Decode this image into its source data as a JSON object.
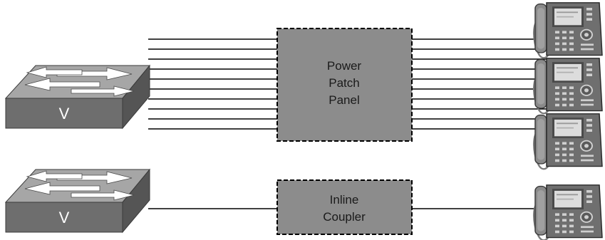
{
  "power_patch_panel": {
    "line1": "Power",
    "line2": "Patch",
    "line3": "Panel"
  },
  "inline_coupler": {
    "line1": "Inline",
    "line2": "Coupler"
  },
  "switch_top": {
    "label": "V"
  },
  "switch_bottom": {
    "label": "V"
  },
  "colors": {
    "box_fill": "#8c8c8c",
    "switch_top_face": "#a6a6a6",
    "switch_side": "#6e6e6e",
    "line": "#000000"
  },
  "icons": {
    "switch": "switch-icon",
    "phone": "ip-phone-icon"
  }
}
